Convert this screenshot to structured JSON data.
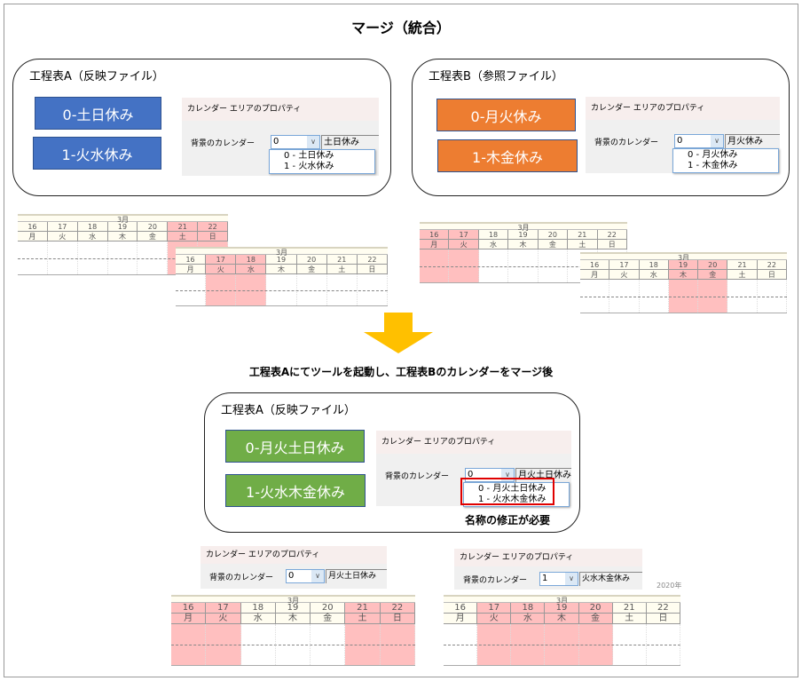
{
  "title": "マージ（統合）",
  "subtitle": "工程表Aにてツールを起動し、工程表Bのカレンダーをマージ後",
  "note": "名称の修正が必要",
  "colors": {
    "blue": "#4472c4",
    "orange": "#ed7d31",
    "green": "#70ad47",
    "holiday": "#ffbfbf",
    "highlight": "#e00000",
    "arrow": "#ffc000"
  },
  "boxes": {
    "a": {
      "label": "工程表A（反映ファイル）",
      "buttons": [
        "0-土日休み",
        "1-火水休み"
      ]
    },
    "b": {
      "label": "工程表B（参照ファイル）",
      "buttons": [
        "0-月火休み",
        "1-木金休み"
      ]
    },
    "c": {
      "label": "工程表A（反映ファイル）",
      "buttons": [
        "0-月火土日休み",
        "1-火水木金休み"
      ]
    }
  },
  "panels": {
    "a": {
      "title": "カレンダー エリアのプロパティ",
      "label": "背景のカレンダー",
      "value": "0",
      "side": "土日休み",
      "options": [
        "0 - 土日休み",
        "1 - 火水休み"
      ]
    },
    "b": {
      "title": "カレンダー エリアのプロパティ",
      "label": "背景のカレンダー",
      "value": "0",
      "side": "月火休み",
      "options": [
        "0 - 月火休み",
        "1 - 木金休み"
      ]
    },
    "c": {
      "title": "カレンダー エリアのプロパティ",
      "label": "背景のカレンダー",
      "value": "0",
      "side": "月火土日休み",
      "options": [
        "0 - 月火土日休み",
        "1 - 火水木金休み"
      ]
    },
    "d": {
      "title": "カレンダー エリアのプロパティ",
      "label": "背景のカレンダー",
      "value": "0",
      "side": "月火土日休み"
    },
    "e": {
      "title": "カレンダー エリアのプロパティ",
      "label": "背景のカレンダー",
      "value": "1",
      "side": "火水木金休み"
    }
  },
  "year_label": "2020年",
  "calendars": {
    "a1": {
      "month": "3月",
      "days": [
        "16",
        "17",
        "18",
        "19",
        "20",
        "21",
        "22"
      ],
      "weekdays": [
        "月",
        "火",
        "水",
        "木",
        "金",
        "土",
        "日"
      ],
      "holidays": [
        5,
        6
      ]
    },
    "a2": {
      "month": "3月",
      "days": [
        "16",
        "17",
        "18",
        "19",
        "20",
        "21",
        "22"
      ],
      "weekdays": [
        "月",
        "火",
        "水",
        "木",
        "金",
        "土",
        "日"
      ],
      "holidays": [
        1,
        2
      ]
    },
    "b1": {
      "month": "3月",
      "days": [
        "16",
        "17",
        "18",
        "19",
        "20",
        "21",
        "22"
      ],
      "weekdays": [
        "月",
        "火",
        "水",
        "木",
        "金",
        "土",
        "日"
      ],
      "holidays": [
        0,
        1
      ]
    },
    "b2": {
      "month": "3月",
      "days": [
        "16",
        "17",
        "18",
        "19",
        "20",
        "21",
        "22"
      ],
      "weekdays": [
        "月",
        "火",
        "水",
        "木",
        "金",
        "土",
        "日"
      ],
      "holidays": [
        3,
        4
      ]
    },
    "c1": {
      "month": "3月",
      "days": [
        "16",
        "17",
        "18",
        "19",
        "20",
        "21",
        "22"
      ],
      "weekdays": [
        "月",
        "火",
        "水",
        "木",
        "金",
        "土",
        "日"
      ],
      "holidays": [
        0,
        1,
        5,
        6
      ]
    },
    "c2": {
      "month": "3月",
      "days": [
        "16",
        "17",
        "18",
        "19",
        "20",
        "21",
        "22"
      ],
      "weekdays": [
        "月",
        "火",
        "水",
        "木",
        "金",
        "土",
        "日"
      ],
      "holidays": [
        1,
        2,
        3,
        4
      ]
    }
  }
}
